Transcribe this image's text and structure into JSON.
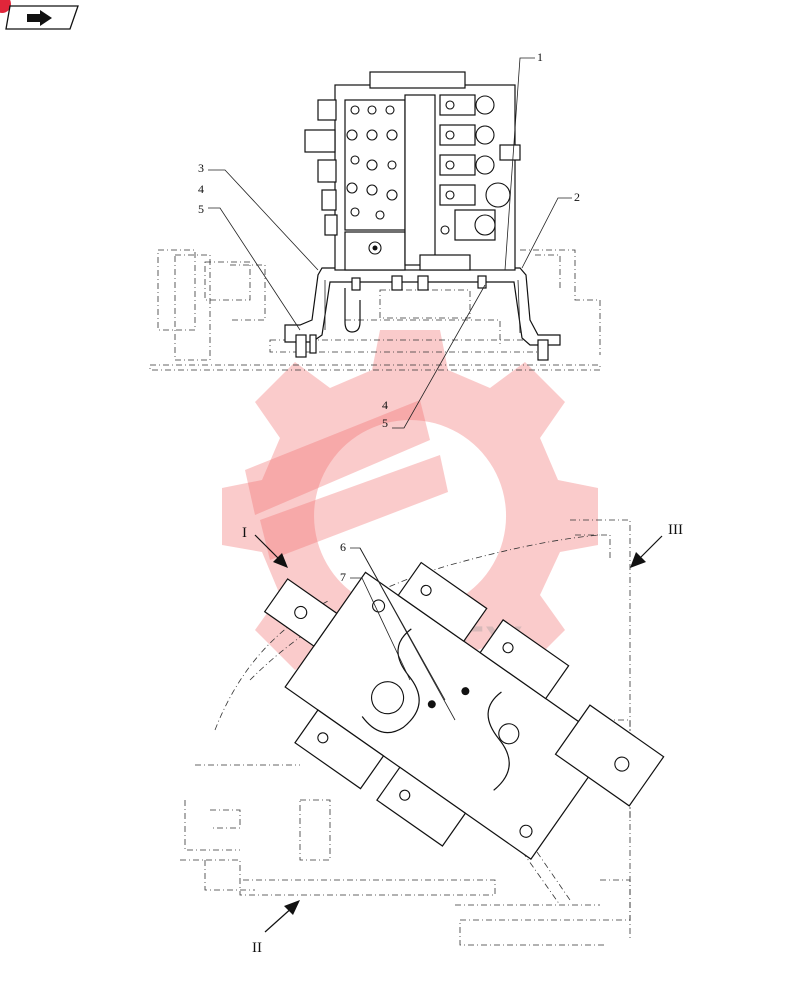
{
  "nav": {
    "icon": "return-arrow-icon"
  },
  "callouts": {
    "c1": "1",
    "c2": "2",
    "c3": "3",
    "c4a": "4",
    "c5a": "5",
    "c4b": "4",
    "c5b": "5",
    "c6": "6",
    "c7": "7"
  },
  "views": {
    "v1": "I",
    "v2": "II",
    "v3": "III"
  },
  "watermark": {
    "icon": "gear-watermark-icon",
    "text": "ИНСТХ"
  },
  "colors": {
    "line": "#111111",
    "watermark": "#f26b6b",
    "badge": "#e0263a"
  }
}
